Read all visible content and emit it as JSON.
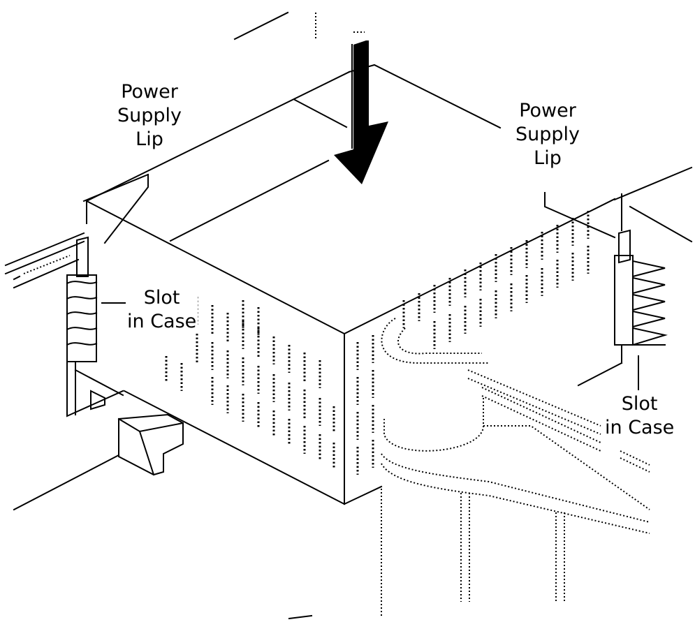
{
  "labels": {
    "left_lip": [
      "Power",
      "Supply",
      "Lip"
    ],
    "right_lip": [
      "Power",
      "Supply",
      "Lip"
    ],
    "left_slot": [
      "Slot",
      "in Case"
    ],
    "right_slot": [
      "Slot",
      "in Case"
    ]
  },
  "colors": {
    "ink": "#000000",
    "paper": "#ffffff"
  },
  "icons": {
    "insert_arrow": "down-arrow-icon"
  }
}
